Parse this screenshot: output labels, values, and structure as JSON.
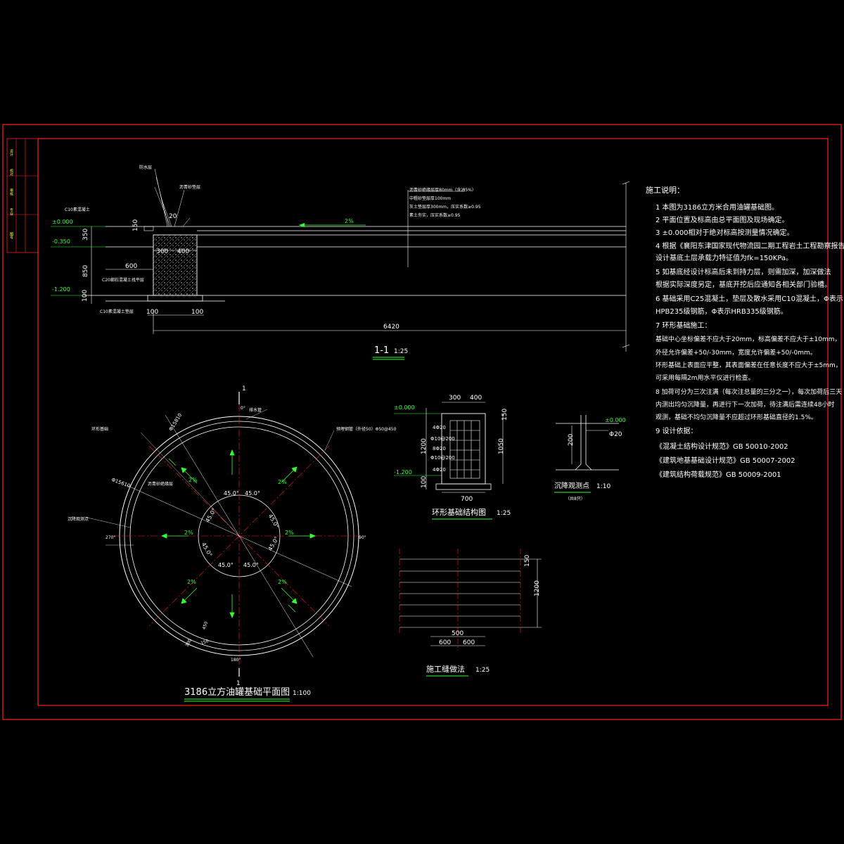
{
  "section_1_1": {
    "title": "1-1",
    "scale": "1:25",
    "elev_top": "±0.000",
    "elev_mid": "-0.350",
    "elev_bottom": "-1.200",
    "dim_left_350": "350",
    "dim_left_850": "850",
    "dim_left_100": "100",
    "dim_300": "300",
    "dim_400": "400",
    "dim_600": "600",
    "dim_100_a": "100",
    "dim_100_b": "100",
    "dim_6420": "6420",
    "dim_150": "150",
    "dim_20": "20",
    "slope": "2%",
    "callout_c10": "C10素混凝土",
    "callout_c10_cushion": "C10素混凝土垫层",
    "callout_c20": "C20细石混凝土找平层",
    "callout_waterproof": "防水层",
    "callout_sand": "沥青砂垫层",
    "layer_1": "沥青砂绝缘层厚80mm（含油5%）",
    "layer_2": "中粗砂垫层厚100mm",
    "layer_3": "灰土垫层厚300mm，压实系数≥0.95",
    "layer_4": "素土夯实，压实系数≥0.95"
  },
  "plan": {
    "title": "3186立方油罐基础平面图",
    "scale": "1:100",
    "label_1_top": "1",
    "label_1_bottom": "1",
    "angle_label": "45.0°",
    "deg_0": "0°",
    "deg_90": "90°",
    "deg_180": "180°",
    "deg_270": "270°",
    "dia_outer": "Φ15810",
    "dia_inner": "Φ15610",
    "slope": "2%",
    "dim_450": "450",
    "dim_300": "300",
    "dim_150": "150",
    "note_drain": "排水管",
    "note_ring": "环形基础",
    "note_sand": "沥青砂绝缘层",
    "note_pipe": "预埋钢管（外径50）Φ50@450",
    "note_settle": "沉降观测点"
  },
  "ring": {
    "title": "环形基础结构图",
    "scale": "1:25",
    "elev_top": "±0.000",
    "elev_bottom": "-1.200",
    "dim_300": "300",
    "dim_400": "400",
    "dim_700": "700",
    "dim_150": "150",
    "dim_1200": "1200",
    "dim_1050": "1050",
    "dim_100": "100",
    "bar_1": "4Φ20",
    "bar_2": "Φ10@200",
    "bar_3": "8Φ20",
    "bar_4": "Φ10@200",
    "bar_5": "4Φ20"
  },
  "settle": {
    "title": "沉降观测点",
    "scale": "1:10",
    "subtitle": "（共8只）",
    "elev": "±0.000",
    "dim_200": "200",
    "bar": "Φ20"
  },
  "joint": {
    "title": "施工缝做法",
    "scale": "1:25",
    "dim_150": "150",
    "dim_1200": "1200",
    "dim_500": "500",
    "dim_600a": "600",
    "dim_600b": "600"
  },
  "notes": {
    "title": "施工说明：",
    "lines": [
      "1  本图为3186立方米合用油罐基础图。",
      "2  平面位置及标高由总平面图及现场确定。",
      "3  ±0.000相对于绝对标高按测量情况确定。",
      "4  根据《襄阳东津国家现代物流园二期工程岩土工程勘察报告》",
      "    设计基底土层承载力特征值为fk=150KPa。",
      "5  如基底经设计标高后未到持力层，则需加深，加深做法",
      "    根据实际深度另定，基底开挖后应通知各相关部门验槽。",
      "6  基础采用C25混凝土，垫层及散水采用C10混凝土，Φ表示",
      "    HPB235级钢筋，Φ表示HRB335级钢筋。",
      "7  环形基础施工：",
      "    基础中心坐标偏差不应大于20mm，标高偏差不应大于±10mm，",
      "    外径允许偏差+50/-30mm，宽度允许偏差+50/-0mm。",
      "    环形基础上表面应平整，其表面偏差在任意长度不应大于±5mm，",
      "    可采用每隔2m用水平仪进行检查。",
      "8  加荷可分为三次注满（每次注总量的三分之一），每次加荷后三天",
      "    内测出均匀沉降量，再进行下一次加荷，待注满后需连续48小时",
      "    观测，基础不均匀沉降量不应超过环形基础直径的1.5%。",
      "9  设计依据：",
      "    《混凝土结构设计规范》GB 50010-2002",
      "    《建筑地基基础设计规范》GB 50007-2002",
      "    《建筑结构荷载规范》GB 50009-2001"
    ]
  },
  "title_block": {
    "cells": [
      "设计",
      "校对",
      "审核",
      "专业",
      "图号"
    ]
  }
}
